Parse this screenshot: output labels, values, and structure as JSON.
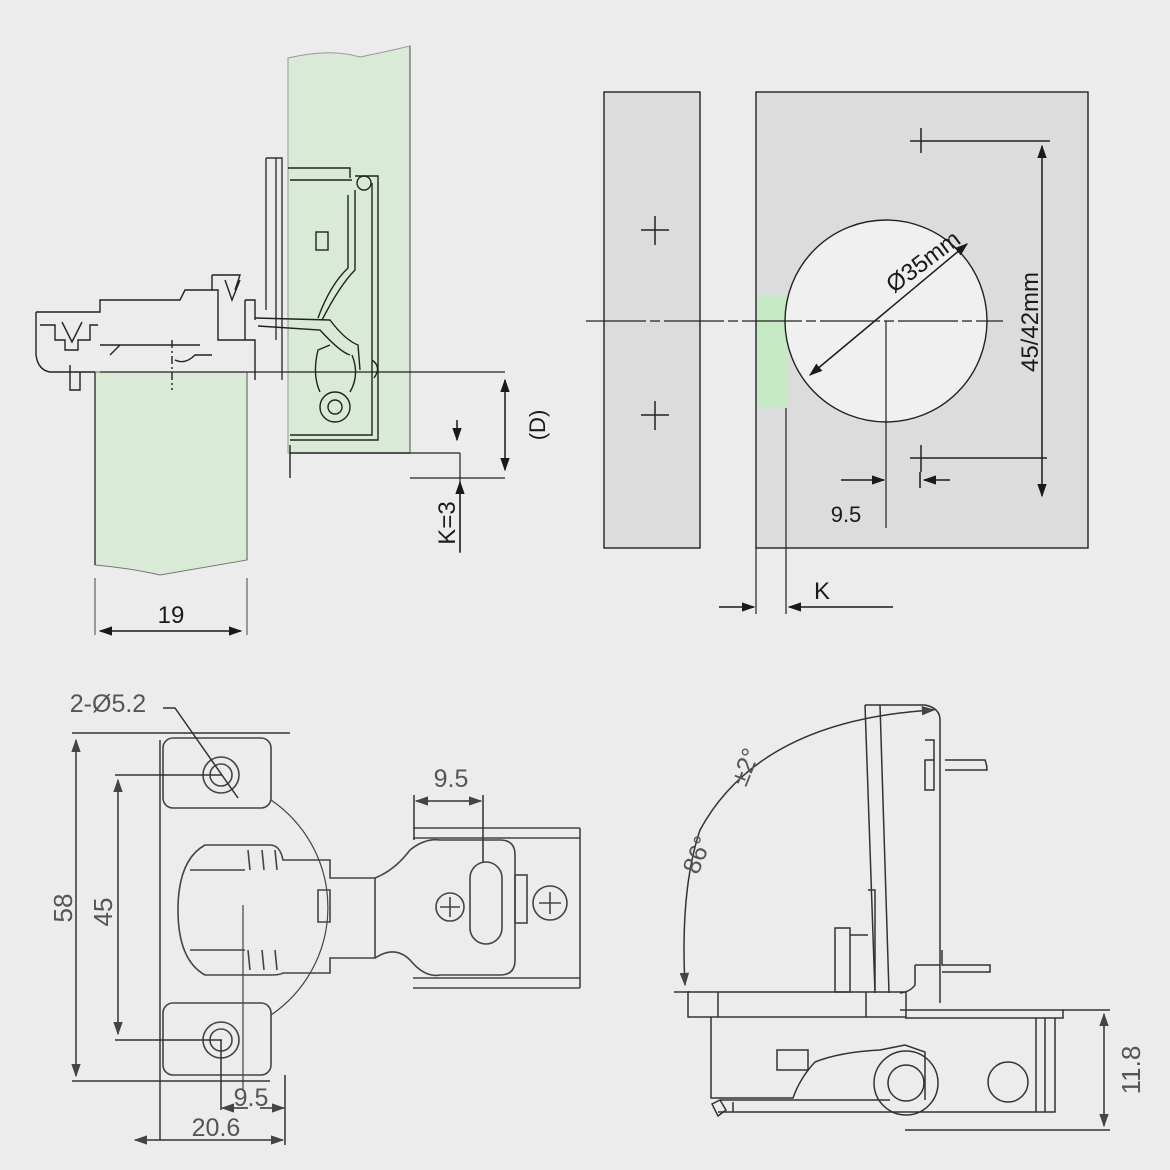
{
  "colors": {
    "background": "#ececec",
    "panel_green": "#d9ead6",
    "panel_grey": "#dcdcdc",
    "hole_fill": "#f0f0f0",
    "line": "#222222",
    "line_grey": "#555555",
    "k_zone_green": "#c6eac4"
  },
  "side_section_view": {
    "dimensions": {
      "panel_thickness": "19",
      "overlay_depth": "(D)",
      "k_value": "K=3"
    }
  },
  "drilling_view": {
    "dimensions": {
      "cup_diameter": "Ø35mm",
      "screw_spacing": "45/42mm",
      "screw_offset": "9.5",
      "edge_distance": "K"
    }
  },
  "plan_view": {
    "dimensions": {
      "mounting_holes": "2-Ø5.2",
      "overall_height": "58",
      "hole_spacing": "45",
      "arm_offset": "9.5",
      "hole_offset": "9.5",
      "plate_width": "20.6"
    }
  },
  "open_angle_view": {
    "dimensions": {
      "opening_angle": "86°",
      "angle_tolerance": "±2°",
      "mounted_height": "11.8"
    }
  }
}
